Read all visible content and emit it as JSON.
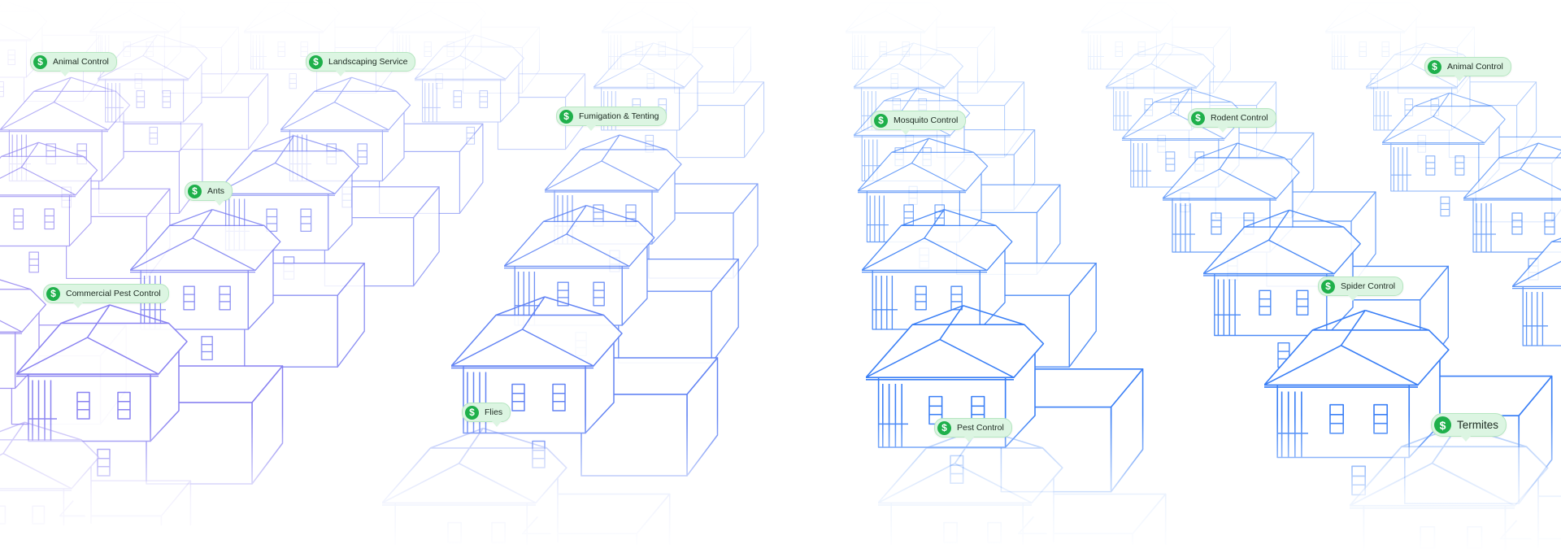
{
  "scene": {
    "house_color_left": "#8c7cf0",
    "house_color_right": "#3a7ff6",
    "tag_background": "#dcf5e2",
    "tag_icon_color": "#1fb04b"
  },
  "tags": [
    {
      "label": "Animal Control",
      "icon": "dollar-icon"
    },
    {
      "label": "Landscaping Service",
      "icon": "dollar-icon"
    },
    {
      "label": "Fumigation & Tenting",
      "icon": "dollar-icon"
    },
    {
      "label": "Ants",
      "icon": "dollar-icon"
    },
    {
      "label": "Commercial Pest Control",
      "icon": "dollar-icon"
    },
    {
      "label": "Flies",
      "icon": "dollar-icon"
    },
    {
      "label": "Mosquito Control",
      "icon": "dollar-icon"
    },
    {
      "label": "Rodent Control",
      "icon": "dollar-icon"
    },
    {
      "label": "Animal Control",
      "icon": "dollar-icon"
    },
    {
      "label": "Spider Control",
      "icon": "dollar-icon"
    },
    {
      "label": "Pest Control",
      "icon": "dollar-icon"
    },
    {
      "label": "Termites",
      "icon": "dollar-icon"
    }
  ]
}
